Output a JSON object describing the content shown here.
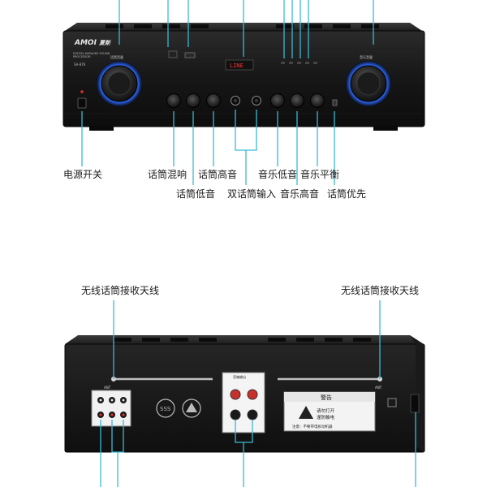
{
  "front": {
    "brand": "AMOI",
    "brand_cn": "夏新",
    "subtitle_1": "DIGITAL KARAOKE SOUND",
    "subtitle_2": "PROCESSOR",
    "model": "SA-876",
    "display": "LINE",
    "knob_left_label": "话筒音量",
    "knob_right_label": "音乐音量",
    "callouts": {
      "power": "电源开关",
      "mic_echo": "话筒混响",
      "mic_bass": "话筒低音",
      "mic_treble": "话筒高音",
      "dual_mic": "双话筒输入",
      "music_bass": "音乐低音",
      "music_treble": "音乐高音",
      "music_balance": "音乐平衡",
      "mic_priority": "话筒优先"
    }
  },
  "back": {
    "antenna_left": "无线话筒接收天线",
    "antenna_right": "无线话筒接收天线",
    "ant_label": "ANT",
    "speaker_label": "音箱输出",
    "warning_title": "警告",
    "warning_line_1": "请勿打开",
    "warning_line_2": "谨防触电",
    "warning_note": "注意：不要带电拆动机器"
  },
  "colors": {
    "accent": "#39b9d6",
    "chassis": "#161616",
    "knob_glow": "#2e6cff"
  }
}
